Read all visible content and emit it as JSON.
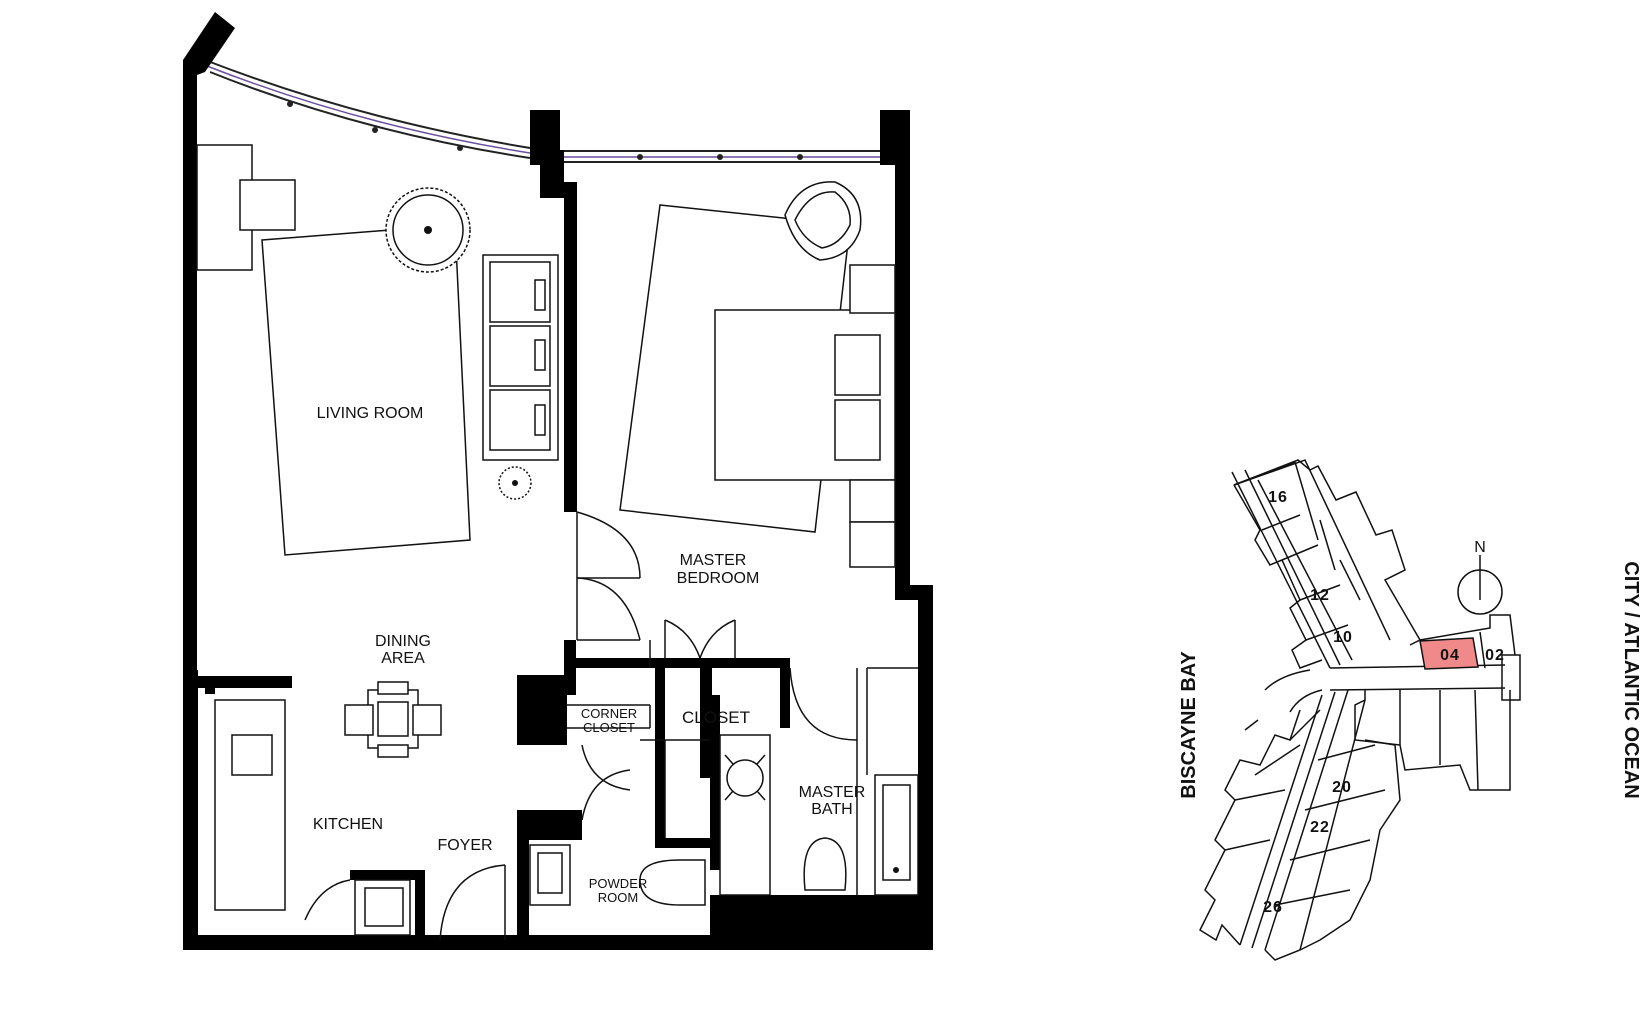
{
  "floor_plan": {
    "rooms": {
      "living_room": "LIVING ROOM",
      "master_bedroom_line1": "MASTER",
      "master_bedroom_line2": "BEDROOM",
      "dining_line1": "DINING",
      "dining_line2": "AREA",
      "kitchen": "KITCHEN",
      "foyer": "FOYER",
      "corner_closet_line1": "CORNER",
      "corner_closet_line2": "CLOSET",
      "closet": "CLOSET",
      "master_bath_line1": "MASTER",
      "master_bath_line2": "BATH",
      "powder_room_line1": "POWDER",
      "powder_room_line2": "ROOM"
    }
  },
  "key_plan": {
    "left_label": "BISCAYNE BAY",
    "right_label": "CITY / ATLANTIC OCEAN",
    "north": "N",
    "highlight_color": "#f08a8a",
    "units": {
      "u16": "16",
      "u12": "12",
      "u10": "10",
      "u20": "20",
      "u22": "22",
      "u26": "26",
      "u04": "04",
      "u02": "02"
    },
    "selected_unit": "04"
  }
}
